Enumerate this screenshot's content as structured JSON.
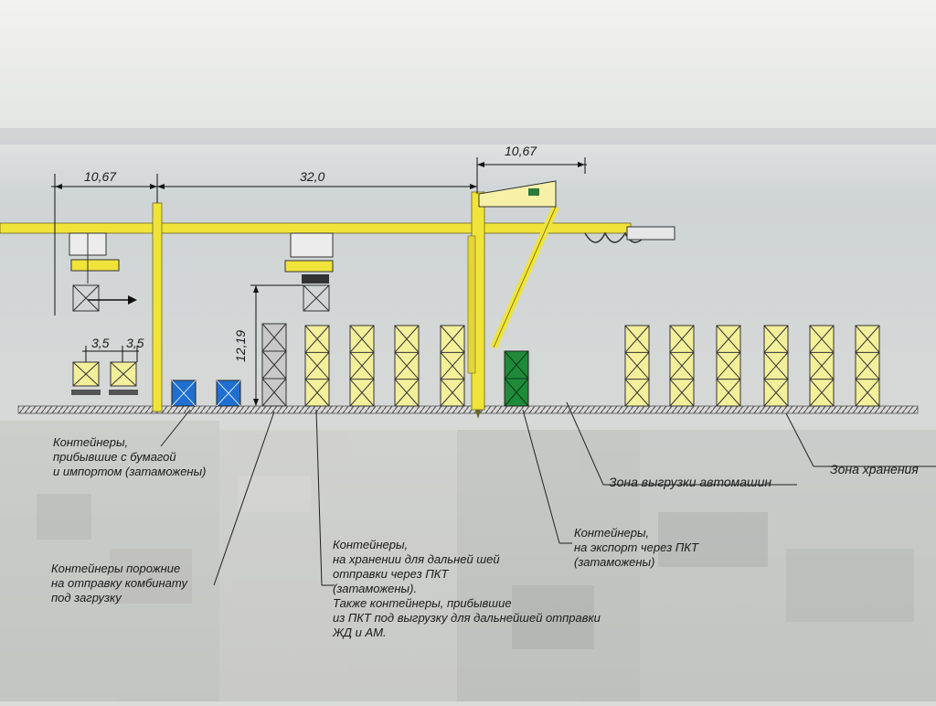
{
  "dimensions": {
    "left_outreach": "10,67",
    "span": "32,0",
    "right_outreach": "10,67",
    "gap_a": "3,5",
    "gap_b": "3,5",
    "height": "12,19"
  },
  "labels": {
    "paper_import": "Контейнеры,\nприбывшие с бумагой\nи импортом (затаможены)",
    "empty_containers": "Контейнеры порожние\nна отправку комбинату\nпод загрузку",
    "storage_further": "Контейнеры,\nна хранении для дальней шей\nотправки через ПКТ\n  (затаможены).\nТакже контейнеры, прибывшие\nиз ПКТ под выгрузку для дальнейшей отправки\nЖД и АМ.",
    "export_pkt": "Контейнеры,\nна экспорт через ПКТ\n  (затаможены)",
    "truck_zone": "Зона выгрузки автомашин",
    "storage_zone": "Зона хранения"
  },
  "colors": {
    "crane_yellow": "#f0e43a",
    "container_yellow": "#f3ef9a",
    "container_blue": "#1f6fd0",
    "container_grey": "#c9c9c9",
    "container_green": "#1e8a3a",
    "ground": "#8a8a8a"
  }
}
